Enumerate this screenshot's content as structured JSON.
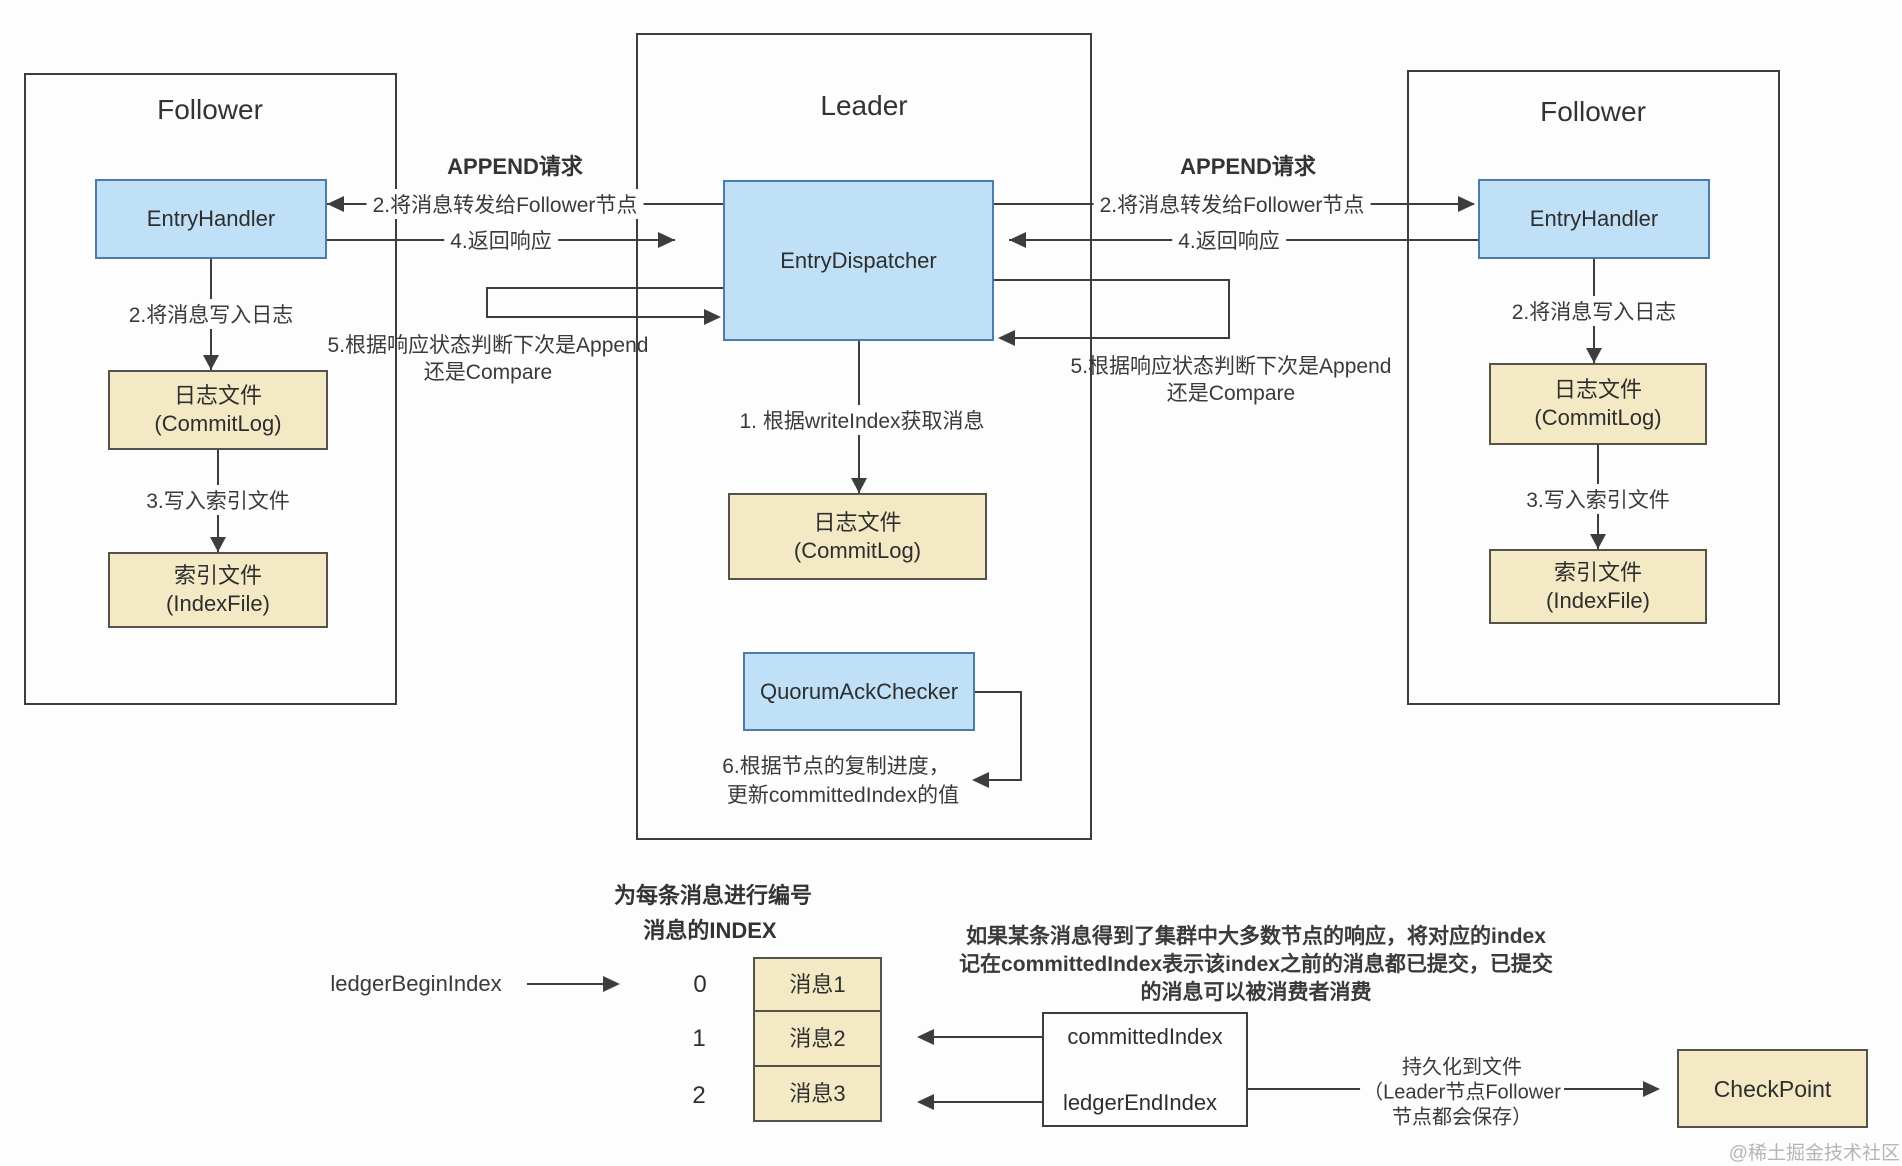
{
  "diagram": {
    "follower_left": {
      "title": "Follower",
      "entry_handler": "EntryHandler",
      "commitlog_line1": "日志文件",
      "commitlog_line2": "(CommitLog)",
      "indexfile_line1": "索引文件",
      "indexfile_line2": "(IndexFile)",
      "write_log_label": "2.将消息写入日志",
      "write_index_label": "3.写入索引文件"
    },
    "leader": {
      "title": "Leader",
      "entry_dispatcher": "EntryDispatcher",
      "get_message_label": "1. 根据writeIndex获取消息",
      "commitlog_line1": "日志文件",
      "commitlog_line2": "(CommitLog)",
      "quorum_ack_checker": "QuorumAckChecker",
      "quorum_note_line1": "6.根据节点的复制进度，",
      "quorum_note_line2": "更新committedIndex的值"
    },
    "follower_right": {
      "title": "Follower",
      "entry_handler": "EntryHandler",
      "commitlog_line1": "日志文件",
      "commitlog_line2": "(CommitLog)",
      "indexfile_line1": "索引文件",
      "indexfile_line2": "(IndexFile)",
      "write_log_label": "2.将消息写入日志",
      "write_index_label": "3.写入索引文件"
    },
    "left_channel": {
      "append_request": "APPEND请求",
      "forward_label": "2.将消息转发给Follower节点",
      "response_label": "4.返回响应",
      "judge_line1": "5.根据响应状态判断下次是Append",
      "judge_line2": "还是Compare"
    },
    "right_channel": {
      "append_request": "APPEND请求",
      "forward_label": "2.将消息转发给Follower节点",
      "response_label": "4.返回响应",
      "judge_line1": "5.根据响应状态判断下次是Append",
      "judge_line2": "还是Compare"
    },
    "bottom": {
      "numbering_title": "为每条消息进行编号",
      "index_title": "消息的INDEX",
      "ledger_begin_index": "ledgerBeginIndex",
      "indices": [
        "0",
        "1",
        "2"
      ],
      "messages": [
        "消息1",
        "消息2",
        "消息3"
      ],
      "committed_index": "committedIndex",
      "ledger_end_index": "ledgerEndIndex",
      "note_line1": "如果某条消息得到了集群中大多数节点的响应，将对应的index",
      "note_line2": "记在committedIndex表示该index之前的消息都已提交，已提交",
      "note_line3": "的消息可以被消费者消费",
      "persist_line1": "持久化到文件",
      "persist_line2": "（Leader节点Follower",
      "persist_line3": "节点都会保存）",
      "checkpoint": "CheckPoint"
    },
    "watermark": "@稀土掘金技术社区",
    "colors": {
      "blue_fill": "#bfe0f6",
      "blue_border": "#4d7bab",
      "yellow_fill": "#f3eac5",
      "yellow_border": "#55524a",
      "line": "#3d3d3d",
      "text": "#3a3a3a",
      "watermark_text": "#b5b5b5"
    }
  }
}
